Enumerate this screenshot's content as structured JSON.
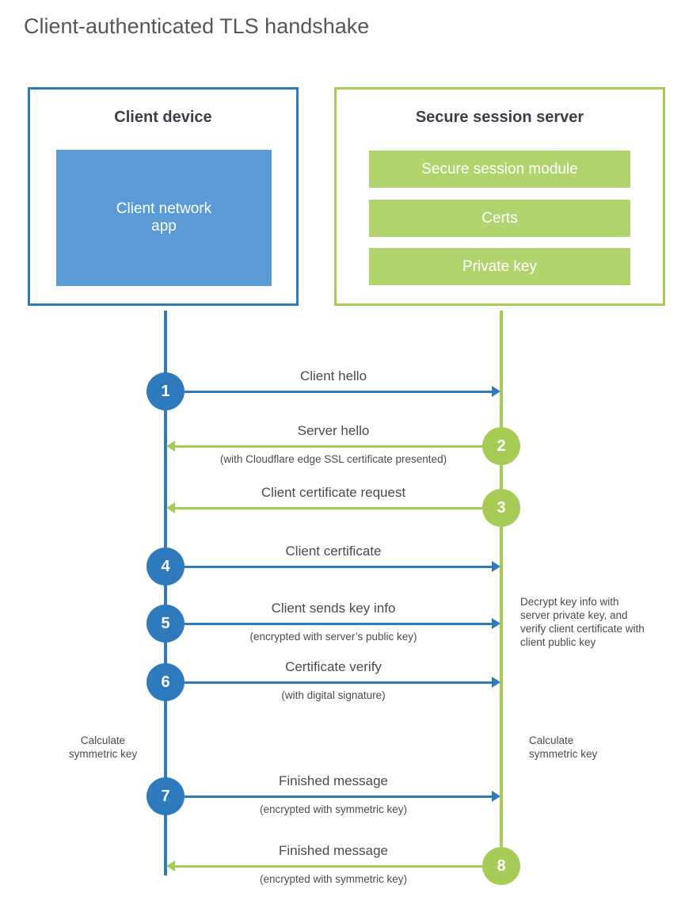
{
  "title": "Client-authenticated TLS handshake",
  "client": {
    "title": "Client device",
    "app_label": "Client network app"
  },
  "server": {
    "title": "Secure session server",
    "modules": [
      "Secure session module",
      "Certs",
      "Private key"
    ]
  },
  "steps": [
    {
      "num": "1",
      "label": "Client hello",
      "direction": "client-to-server"
    },
    {
      "num": "2",
      "label": "Server hello",
      "sub": "(with Cloudflare edge SSL certificate presented)",
      "direction": "server-to-client"
    },
    {
      "num": "3",
      "label": "Client certificate request",
      "direction": "server-to-client"
    },
    {
      "num": "4",
      "label": "Client certificate",
      "direction": "client-to-server"
    },
    {
      "num": "5",
      "label": "Client sends key info",
      "sub": "(encrypted with server’s public key)",
      "direction": "client-to-server"
    },
    {
      "num": "6",
      "label": "Certificate verify",
      "sub": "(with digital signature)",
      "direction": "client-to-server"
    },
    {
      "num": "7",
      "label": "Finished message",
      "sub": "(encrypted with symmetric key)",
      "direction": "client-to-server"
    },
    {
      "num": "8",
      "label": "Finished message",
      "sub": "(encrypted with symmetric key)",
      "direction": "server-to-client"
    }
  ],
  "notes": {
    "decrypt_note": "Decrypt key info with server private key, and verify client certificate with client public key",
    "calc_left": "Calculate symmetric key",
    "calc_right": "Calculate symmetric key"
  },
  "colors": {
    "blue": "#2e7abd",
    "blue-fill": "#5b9bd5",
    "green": "#a6cc55",
    "green-bar": "#b2d46e",
    "text": "#4a4a4a",
    "heading": "#53575c"
  }
}
